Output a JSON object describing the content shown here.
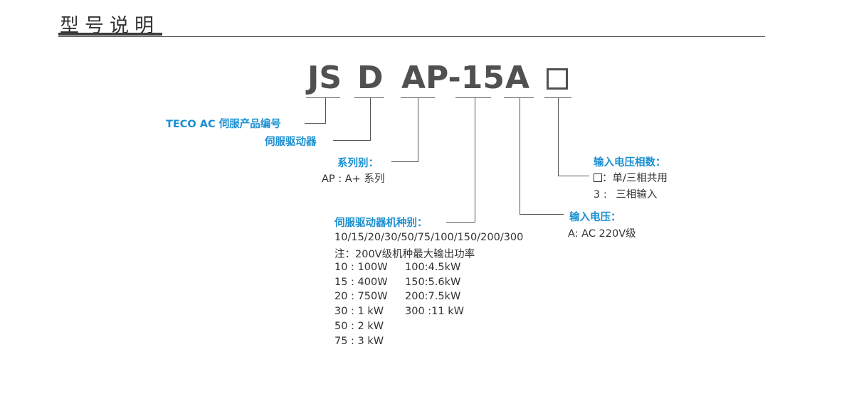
{
  "title": "型号说明",
  "code": {
    "seg1": "JS",
    "seg2": "D",
    "seg3": "AP-15",
    "seg4": "A"
  },
  "labels": {
    "product_code": "TECO AC 伺服产品编号",
    "servo_drive": "伺服驱动器",
    "series_heading": "系列别：",
    "series_value": "AP : A+ 系列",
    "model_heading": "伺服驱动器机种别：",
    "model_list": "10/15/20/30/50/75/100/150/200/300",
    "model_note": "注：200V级机种最大输出功率",
    "voltage_heading": "输入电压：",
    "voltage_value": "A: AC 220V级",
    "phase_heading": "输入电压相数：",
    "phase_option1": "：单/三相共用",
    "phase_option2_key": "3 :",
    "phase_option2_value": "三相输入"
  },
  "power_table": [
    {
      "left": "10 : 100W",
      "right": "100:4.5kW"
    },
    {
      "left": "15 : 400W",
      "right": "150:5.6kW"
    },
    {
      "left": "20 : 750W",
      "right": "200:7.5kW"
    },
    {
      "left": "30 :   1 kW",
      "right": "300 :11 kW"
    },
    {
      "left": "50 :   2 kW",
      "right": ""
    },
    {
      "left": "75 :   3 kW",
      "right": ""
    }
  ],
  "colors": {
    "accent_blue": "#1a8fd0",
    "code_gray": "#505050"
  }
}
